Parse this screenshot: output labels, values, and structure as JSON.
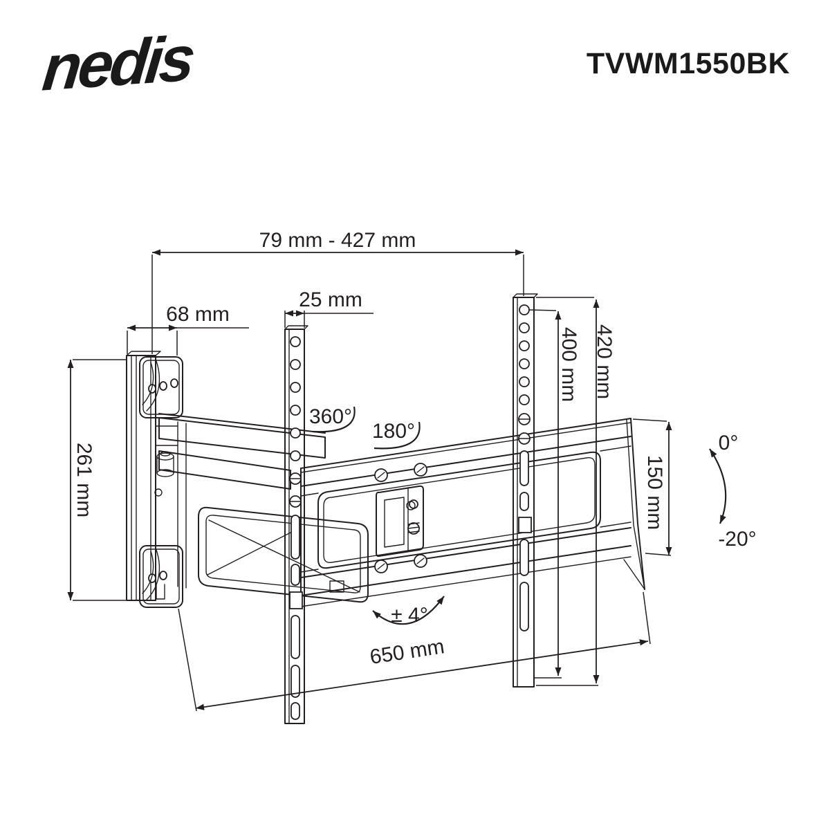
{
  "header": {
    "brand_logo": "nedis",
    "product_code": "TVWM1550BK"
  },
  "diagram": {
    "product_type": "full-motion TV wall mount technical drawing",
    "dimensions": {
      "extension_range": "79 mm - 427 mm",
      "rail_width": "25 mm",
      "wall_plate_depth": "68 mm",
      "wall_plate_height": "261 mm",
      "vesa_hole_height": "400 mm",
      "bracket_total_height": "420 mm",
      "frame_profile_height": "150 mm",
      "bracket_width": "650 mm"
    },
    "angles": {
      "arm_swivel": "360°",
      "tv_swivel": "180°",
      "level_adjustment": "± 4°",
      "tilt_up": "0°",
      "tilt_down": "-20°"
    },
    "line_color": "#231f20",
    "background_color": "#ffffff"
  }
}
